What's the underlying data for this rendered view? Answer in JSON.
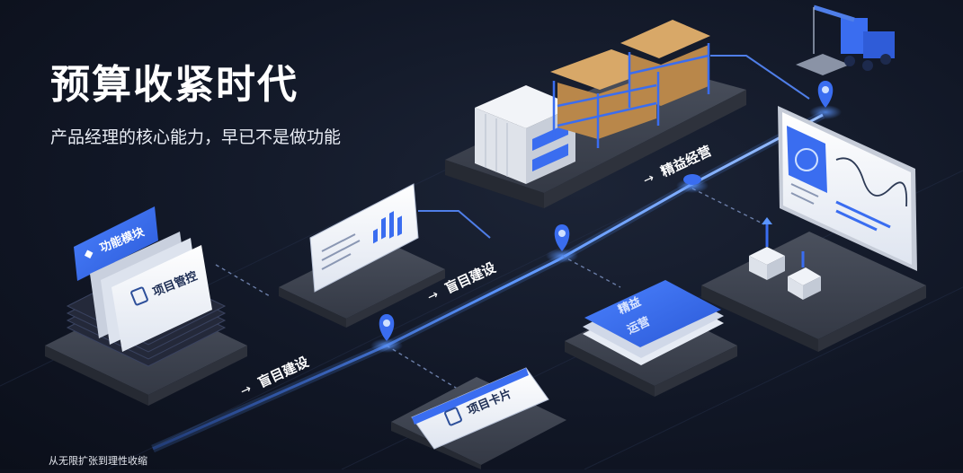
{
  "headline": "预算收紧时代",
  "subheadline": "产品经理的核心能力，早已不是做功能",
  "footer": "从无限扩张到理性收缩",
  "path_labels": [
    "盲目建设",
    "盲目建设",
    "精益经营"
  ],
  "cards": {
    "feature_module": "功能模块",
    "project_control": "项目管控",
    "project_card": "项目卡片"
  },
  "blue_tile_lines": [
    "精益",
    "运营"
  ],
  "colors": {
    "accent": "#3a6df0",
    "glow": "#4f8dff",
    "platform": "#3a3f4c",
    "background": "#111726"
  },
  "icons": [
    "location-pin-icon",
    "arrow-right-icon",
    "document-icon",
    "bar-chart-icon",
    "crane-icon",
    "shelf-icon"
  ]
}
